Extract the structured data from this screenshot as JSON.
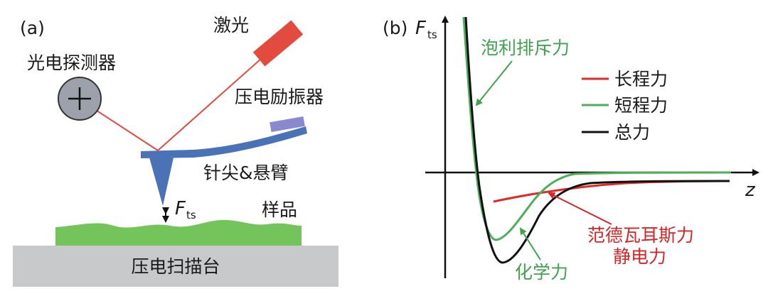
{
  "panel_a": {
    "tag": "(a)",
    "laser": "激光",
    "photodetector": "光电探测器",
    "piezo_exciter": "压电励振器",
    "tip_cantilever": "针尖&悬臂",
    "force_symbol": "F",
    "force_subscript": "ts",
    "sample": "样品",
    "scanner": "压电扫描台"
  },
  "panel_b": {
    "tag": "(b)",
    "y_symbol": "F",
    "y_subscript": "ts",
    "x_symbol": "z",
    "pauli_label": "泡利排斥力",
    "chemical_label": "化学力",
    "vdw_label": "范德瓦耳斯力",
    "electrostatic_label": "静电力",
    "legend": {
      "long_range": "长程力",
      "short_range": "短程力",
      "total": "总力"
    }
  },
  "colors": {
    "laser": "#e34b3f",
    "tip_blue": "#4a72b6",
    "exciter_purple": "#8a88cf",
    "detector_gray": "#9da1ab",
    "sample_green": "#74c45c",
    "stage_gray": "#c8c9cb",
    "long_range_red": "#e02a2a",
    "short_range_green": "#4caf5a",
    "total_black": "#111111",
    "annotation_red": "#d42626",
    "annotation_green": "#3fa34d"
  }
}
